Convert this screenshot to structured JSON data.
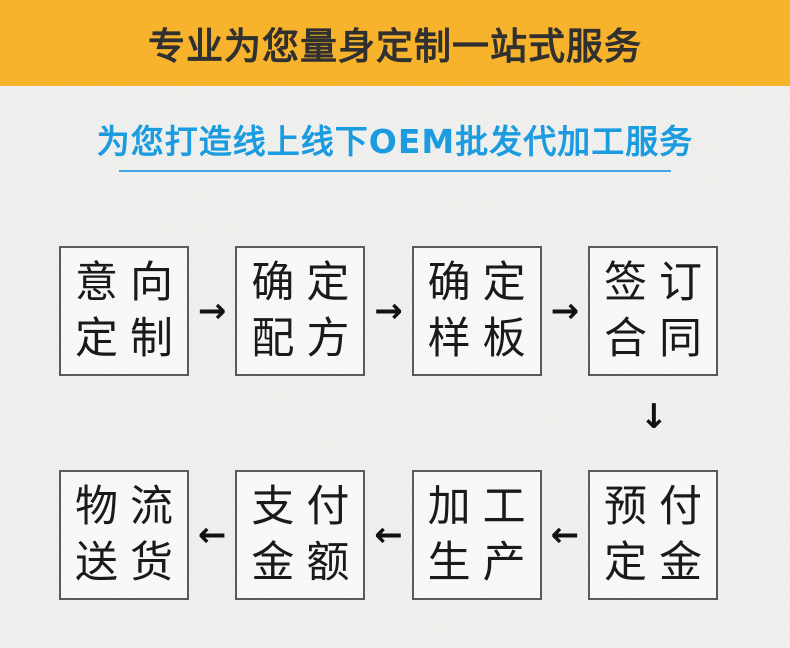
{
  "banner": {
    "title": "专业为您量身定制一站式服务",
    "bg_color": "#F6B32B",
    "text_color": "#303030"
  },
  "subtitle": {
    "text": "为您打造线上线下OEM批发代加工服务",
    "color": "#1B9BE0",
    "underline_color": "#42A5E5"
  },
  "flow": {
    "arrow_right": "→",
    "arrow_left": "←",
    "arrow_down": "↓",
    "arrow_color": "#111111",
    "box_border_color": "#5A5A5A",
    "row1": [
      {
        "line1": "意向",
        "line2": "定制"
      },
      {
        "line1": "确定",
        "line2": "配方"
      },
      {
        "line1": "确定",
        "line2": "样板"
      },
      {
        "line1": "签订",
        "line2": "合同"
      }
    ],
    "row2": [
      {
        "line1": "物流",
        "line2": "送货"
      },
      {
        "line1": "支付",
        "line2": "金额"
      },
      {
        "line1": "加工",
        "line2": "生产"
      },
      {
        "line1": "预付",
        "line2": "定金"
      }
    ]
  }
}
